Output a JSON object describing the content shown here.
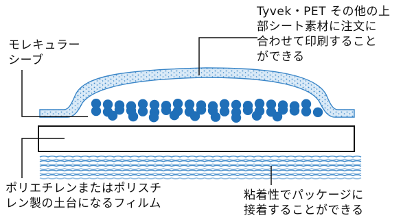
{
  "labels": {
    "top_right": [
      "Tyvek・PET その他の上",
      "部シート素材に注文に",
      "合わせて印刷すること",
      "ができる"
    ],
    "top_left": [
      "モレキュラー",
      "シーブ"
    ],
    "bottom_left": [
      "ポリエチレンまたはポリスチ",
      "レン製の土台になるフィルム"
    ],
    "bottom_right": [
      "粘着性でパッケージに",
      "接着することができる"
    ]
  },
  "colors": {
    "accent": "#3a86c8",
    "bead": "#1f6fb8",
    "line": "#111111"
  }
}
